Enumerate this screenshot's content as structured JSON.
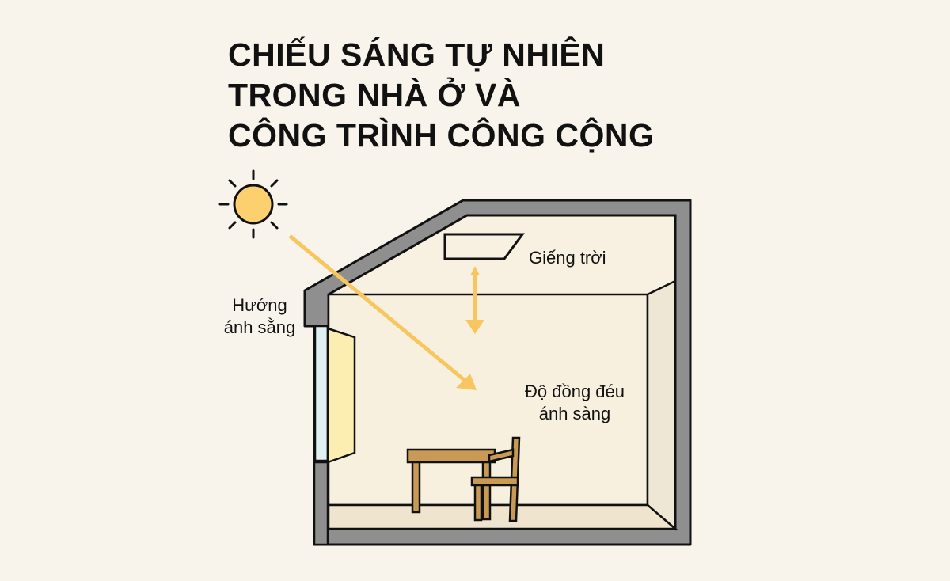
{
  "title": {
    "lines": [
      "CHIẾU SÁNG TỰ NHIÊN",
      "TRONG NHÀ Ở VÀ",
      "CÔNG TRÌNH CÔNG CỘNG"
    ]
  },
  "labels": {
    "skylight": "Giếng trời",
    "light_direction": [
      "Hướng",
      "ánh sằng"
    ],
    "uniformity": [
      "Độ đồng đéu",
      "ánh sàng"
    ]
  },
  "colors": {
    "background": "#f8f4ec",
    "wall": "#8f8f8f",
    "sun": "#fcd06e",
    "arrow": "#f8c65f",
    "furniture": "#c99a55",
    "window_glass": "#dff0f2",
    "window_panel": "#fbeeb0"
  }
}
